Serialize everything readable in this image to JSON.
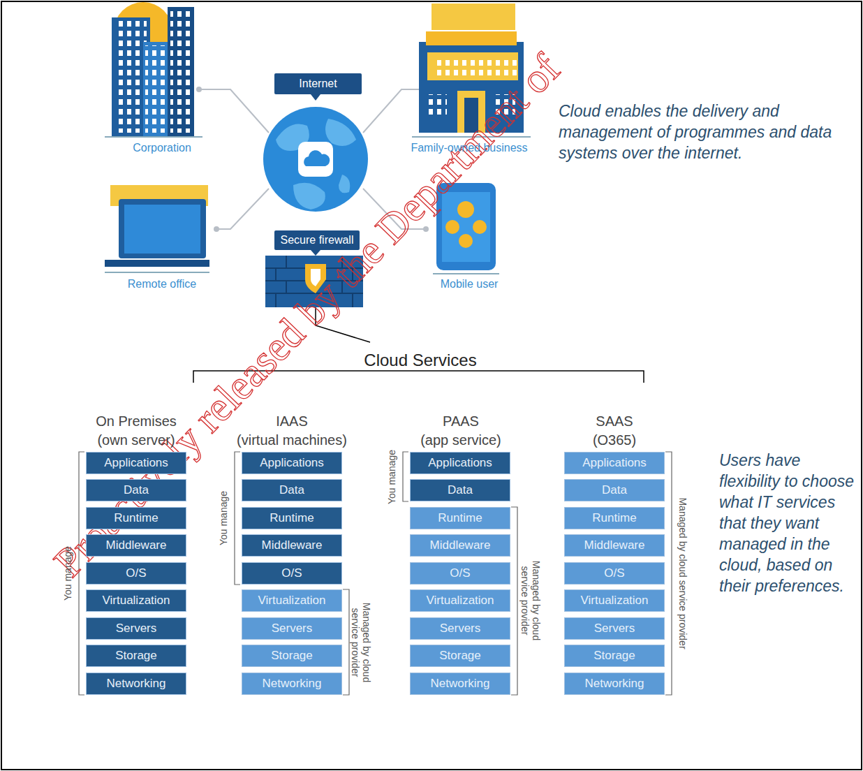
{
  "diagram": {
    "nodes": [
      {
        "text": [
          "Internet"
        ]
      },
      {
        "text": [
          "Secure firewall"
        ]
      },
      {
        "text": [
          "Applications"
        ]
      },
      {
        "text": [
          "Data"
        ]
      },
      {
        "text": [
          "Runtime"
        ]
      },
      {
        "text": [
          "Middleware"
        ]
      },
      {
        "text": [
          "O/S"
        ]
      },
      {
        "text": [
          "Virtualization"
        ]
      },
      {
        "text": [
          "Servers"
        ]
      },
      {
        "text": [
          "Storage"
        ]
      },
      {
        "text": [
          "Networking"
        ]
      },
      {
        "text": [
          "Applications"
        ]
      },
      {
        "text": [
          "Data"
        ]
      },
      {
        "text": [
          "Runtime"
        ]
      },
      {
        "text": [
          "Middleware"
        ]
      },
      {
        "text": [
          "O/S"
        ]
      },
      {
        "text": [
          "Virtualization"
        ]
      },
      {
        "text": [
          "Servers"
        ]
      },
      {
        "text": [
          "Storage"
        ]
      },
      {
        "text": [
          "Networking"
        ]
      },
      {
        "text": [
          "Applications"
        ]
      },
      {
        "text": [
          "Data"
        ]
      },
      {
        "text": [
          "Runtime"
        ]
      },
      {
        "text": [
          "Middleware"
        ]
      },
      {
        "text": [
          "O/S"
        ]
      },
      {
        "text": [
          "Virtualization"
        ]
      },
      {
        "text": [
          "Servers"
        ]
      },
      {
        "text": [
          "Storage"
        ]
      },
      {
        "text": [
          "Networking"
        ]
      },
      {
        "text": [
          "Applications"
        ]
      },
      {
        "text": [
          "Data"
        ]
      },
      {
        "text": [
          "Runtime"
        ]
      },
      {
        "text": [
          "Middleware"
        ]
      },
      {
        "text": [
          "O/S"
        ]
      },
      {
        "text": [
          "Virtualization"
        ]
      },
      {
        "text": [
          "Servers"
        ]
      },
      {
        "text": [
          "Storage"
        ]
      },
      {
        "text": [
          "Networking"
        ]
      }
    ],
    "labels": [
      "Corporation",
      "Family-owned business",
      "Remote office",
      "Mobile user",
      "Cloud enables the delivery and management of programmes and data systems over the internet.",
      "Cloud Services",
      "On Premises (own server)",
      "IAAS (virtual machines)",
      "PAAS (app service)",
      "SAAS (O365)",
      "You manage",
      "You manage",
      "Managed by cloud service provider",
      "You manage",
      "Managed by cloud service provider",
      "Managed by cloud service provider",
      "Users have flexibility to choose what IT services that they want managed in the cloud, based on their preferences.",
      "Proactively released by the Department of"
    ]
  }
}
